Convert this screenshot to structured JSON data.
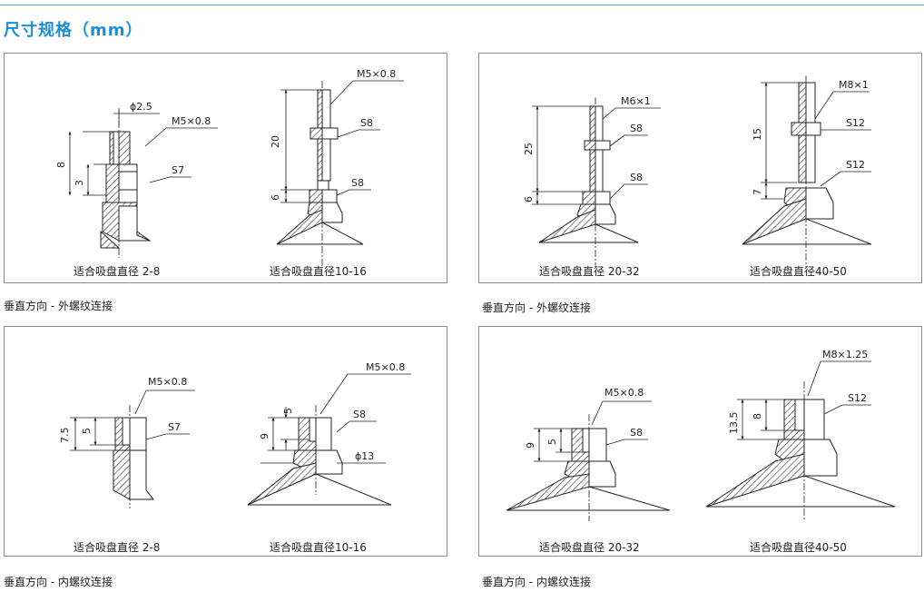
{
  "page_title": "尺寸规格（mm）",
  "panels": [
    {
      "section_label": "垂直方向 - 外螺纹连接",
      "captions": [
        "适合吸盘直径 2-8",
        "适合吸盘直径10-16"
      ],
      "left": {
        "phi": "ϕ2.5",
        "thread": "M5×0.8",
        "hex": "S7",
        "dim_total": "8",
        "dim_hex": "3"
      },
      "right": {
        "thread": "M5×0.8",
        "hex_top": "S8",
        "hex_bottom": "S8",
        "dim_long": "20",
        "dim_short": "6"
      }
    },
    {
      "section_label": "垂直方向 - 外螺纹连接",
      "captions": [
        "适合吸盘直径 20-32",
        "适合吸盘直径40-50"
      ],
      "left": {
        "thread": "M6×1",
        "hex_top": "S8",
        "hex_bottom": "S8",
        "dim_long": "25",
        "dim_short": "6"
      },
      "right": {
        "thread": "M8×1",
        "hex_top": "S12",
        "hex_bottom": "S12",
        "dim_long": "15",
        "dim_short": "7"
      }
    },
    {
      "section_label": "垂直方向 - 内螺纹连接",
      "captions": [
        "适合吸盘直径 2-8",
        "适合吸盘直径10-16"
      ],
      "left": {
        "thread": "M5×0.8",
        "hex": "S7",
        "dim_total": "7.5",
        "dim_inner": "5"
      },
      "right": {
        "thread": "M5×0.8",
        "hex": "S8",
        "phi": "ϕ13",
        "dim_top": "5",
        "dim_total": "9"
      }
    },
    {
      "section_label": "垂直方向 - 内螺纹连接",
      "captions": [
        "适合吸盘直径 20-32",
        "适合吸盘直径40-50"
      ],
      "left": {
        "thread": "M5×0.8",
        "hex": "S8",
        "dim_total": "9",
        "dim_inner": "5"
      },
      "right": {
        "thread": "M8×1.25",
        "hex": "S12",
        "dim_total": "13.5",
        "dim_inner": "8"
      }
    }
  ]
}
